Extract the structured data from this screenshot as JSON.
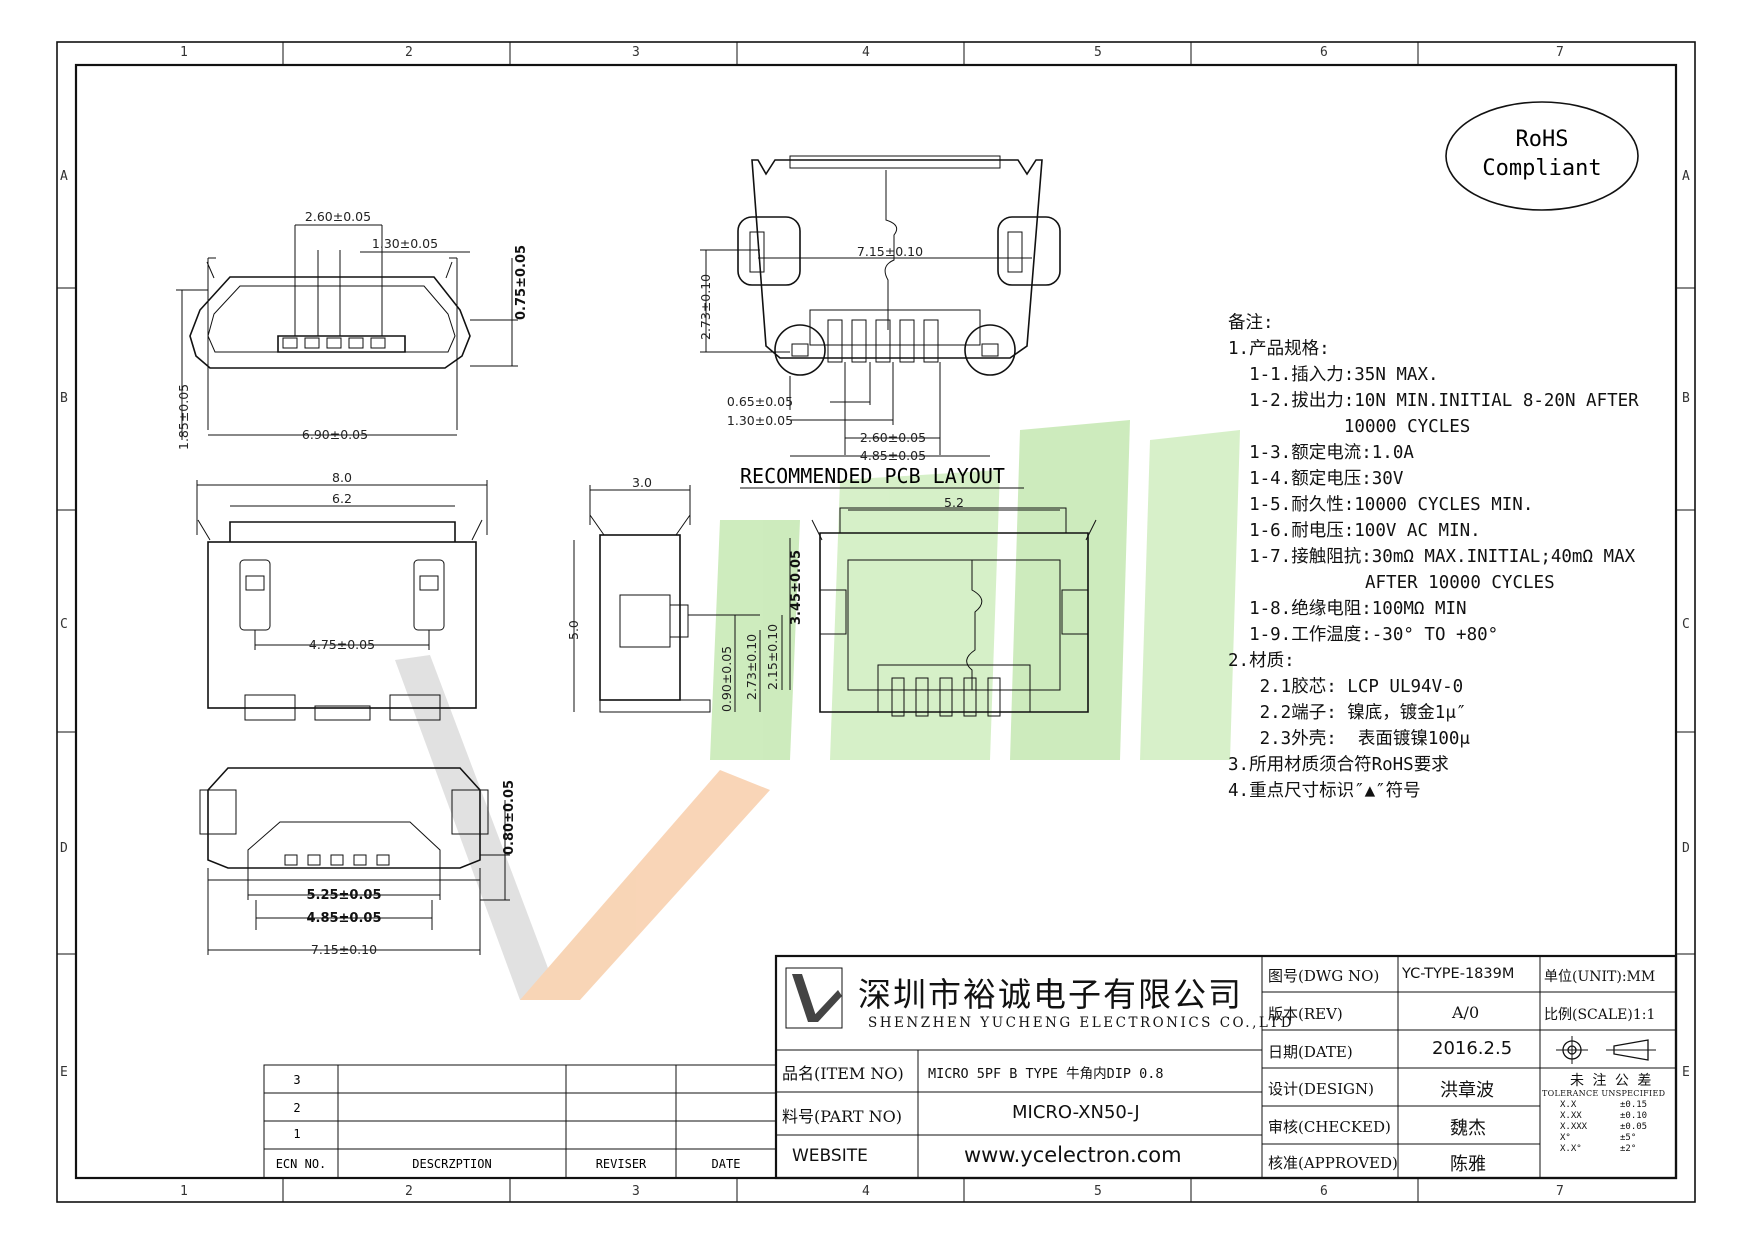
{
  "zones": {
    "columns": [
      "1",
      "2",
      "3",
      "4",
      "5",
      "6",
      "7"
    ],
    "rows": [
      "A",
      "B",
      "C",
      "D",
      "E"
    ]
  },
  "rohs": {
    "line1": "RoHS",
    "line2": "Compliant"
  },
  "pcb_layout_title": "RECOMMENDED PCB LAYOUT",
  "dimensions": {
    "d_2_60": "2.60±0.05",
    "d_1_30": "1.30±0.05",
    "d_0_75": "0.75±0.05",
    "d_1_85": "1.85±0.05",
    "d_6_90": "6.90±0.05",
    "d_7_15a": "7.15±0.10",
    "d_2_73a": "2.73±0.10",
    "d_0_65": "0.65±0.05",
    "d_1_30b": "1.30±0.05",
    "d_2_60b": "2.60±0.05",
    "d_4_85": "4.85±0.05",
    "d_8_0": "8.0",
    "d_6_2": "6.2",
    "d_4_75": "4.75±0.05",
    "d_3_0": "3.0",
    "d_5_0": "5.0",
    "d_0_90": "0.90±0.05",
    "d_2_73b": "2.73±0.10",
    "d_2_15": "2.15±0.10",
    "d_3_45": "3.45±0.05",
    "d_5_2": "5.2",
    "d_0_80": "0.80±0.05",
    "d_5_25": "5.25±0.05",
    "d_4_85b": "4.85±0.05",
    "d_7_15b": "7.15±0.10"
  },
  "notes": [
    "备注:",
    "1.产品规格:",
    "  1-1.插入力:35N MAX.",
    "  1-2.拔出力:10N MIN.INITIAL 8-20N AFTER",
    "           10000 CYCLES",
    "  1-3.额定电流:1.0A",
    "  1-4.额定电压:30V",
    "  1-5.耐久性:10000 CYCLES MIN.",
    "  1-6.耐电压:100V AC MIN.",
    "  1-7.接触阻抗:30mΩ MAX.INITIAL;40mΩ MAX",
    "             AFTER 10000 CYCLES",
    "  1-8.绝缘电阻:100MΩ MIN",
    "  1-9.工作温度:-30° TO +80°",
    "2.材质:",
    "   2.1胶芯: LCP UL94V-0",
    "   2.2端子: 镍底，镀金1μ″",
    "   2.3外壳:  表面镀镍100μ",
    "3.所用材质须合符RoHS要求",
    "4.重点尺寸标识″▲″符号"
  ],
  "title_block": {
    "company_cn": "深圳市裕诚电子有限公司",
    "company_en": "SHENZHEN YUCHENG ELECTRONICS CO.,LTD",
    "item_no_label": "品名(ITEM NO)",
    "item_no_value": "MICRO 5PF B TYPE 牛角内DIP 0.8",
    "part_no_label": "料号(PART NO)",
    "part_no_value": "MICRO-XN50-J",
    "website_label": "WEBSITE",
    "website_value": "www.ycelectron.com",
    "dwg_no_label": "图号(DWG NO)",
    "dwg_no_value": "YC-TYPE-1839M",
    "rev_label": "版本(REV)",
    "rev_value": "A/0",
    "date_label": "日期(DATE)",
    "date_value": "2016.2.5",
    "design_label": "设计(DESIGN)",
    "design_value": "洪章波",
    "checked_label": "审核(CHECKED)",
    "checked_value": "魏杰",
    "approved_label": "核准(APPROVED)",
    "approved_value": "陈雅",
    "unit_label": "单位(UNIT):MM",
    "scale_label": "比例(SCALE)1:1",
    "tolerance_title": "未 注 公 差",
    "tolerance_sub": "TOLERANCE UNSPECIFIED",
    "tolerances": [
      {
        "k": "X.X",
        "v": "±0.15"
      },
      {
        "k": "X.XX",
        "v": "±0.10"
      },
      {
        "k": "X.XXX",
        "v": "±0.05"
      },
      {
        "k": "X°",
        "v": "±5°"
      },
      {
        "k": "X.X°",
        "v": "±2°"
      }
    ]
  },
  "revision_table": {
    "rows": [
      "3",
      "2",
      "1"
    ],
    "headers": [
      "ECN NO.",
      "DESCRZPTION",
      "REVISER",
      "DATE"
    ]
  },
  "colors": {
    "watermark_green": "#8fd46a",
    "watermark_orange": "#f2a15a",
    "watermark_gray": "#b8b8b8"
  }
}
